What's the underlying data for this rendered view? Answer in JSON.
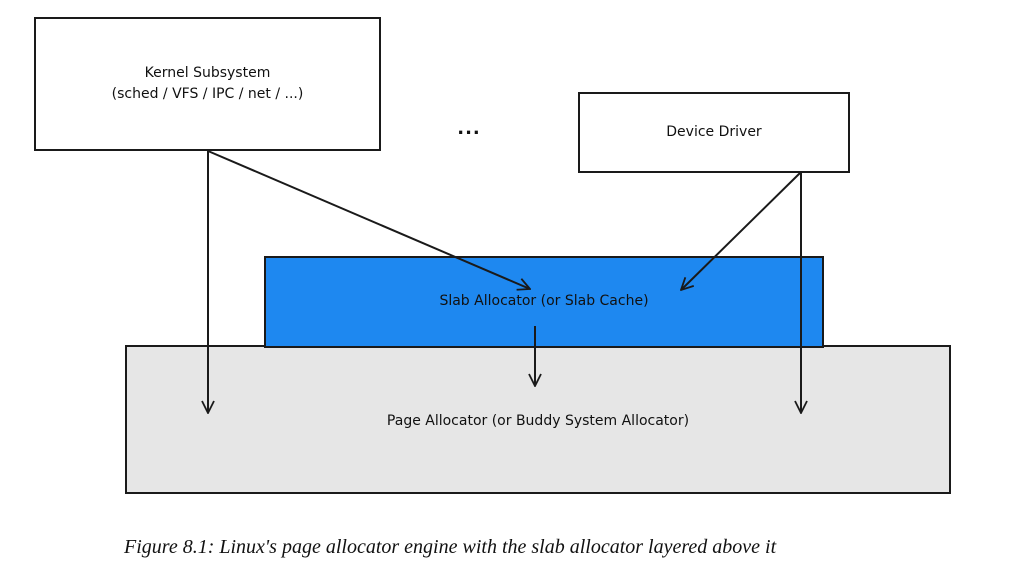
{
  "boxes": {
    "kernel_subsystem": {
      "title": "Kernel Subsystem",
      "subtitle": "(sched / VFS / IPC / net / ...)"
    },
    "device_driver": {
      "title": "Device Driver"
    },
    "slab_allocator": {
      "title": "Slab Allocator (or Slab Cache)"
    },
    "page_allocator": {
      "title": "Page Allocator (or Buddy System Allocator)"
    }
  },
  "ellipsis": "...",
  "caption": "Figure 8.1: Linux's page allocator engine with the slab allocator layered above it",
  "colors": {
    "slab_fill": "#1e88f0",
    "page_fill": "#e6e6e6",
    "box_fill": "#ffffff",
    "stroke": "#1a1a1a"
  },
  "connections": [
    {
      "from": "kernel_subsystem",
      "to": "slab_allocator"
    },
    {
      "from": "kernel_subsystem",
      "to": "page_allocator"
    },
    {
      "from": "device_driver",
      "to": "slab_allocator"
    },
    {
      "from": "device_driver",
      "to": "page_allocator"
    },
    {
      "from": "slab_allocator",
      "to": "page_allocator"
    }
  ]
}
